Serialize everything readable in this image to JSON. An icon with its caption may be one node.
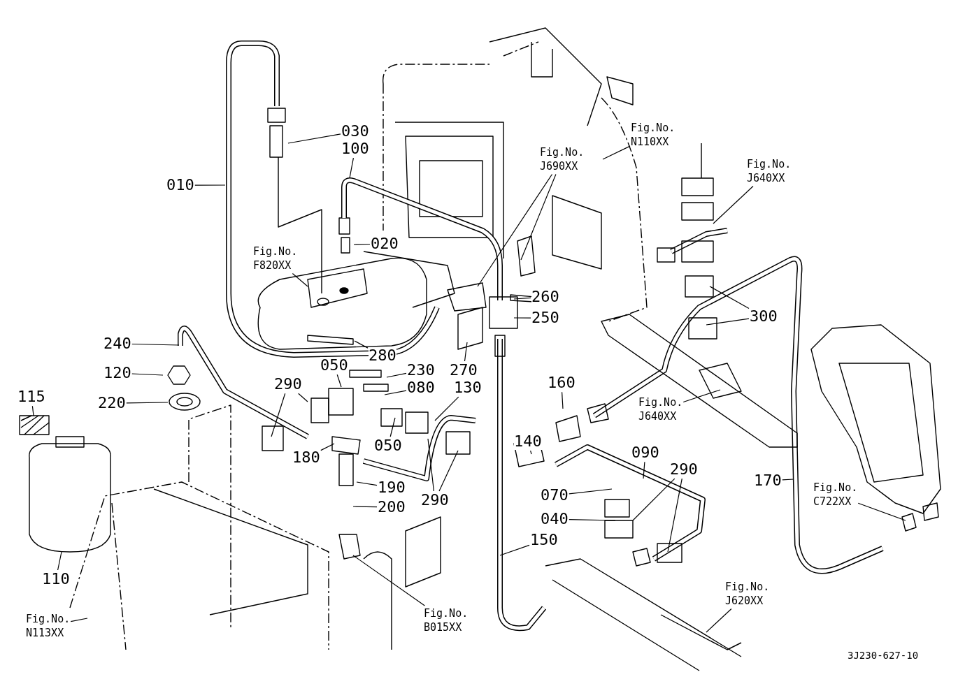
{
  "diagram": {
    "nodes": [
      {
        "text": [
          "010"
        ]
      },
      {
        "text": [
          "030"
        ]
      },
      {
        "text": [
          "100"
        ]
      },
      {
        "text": [
          "Fig.No. N110XX"
        ]
      },
      {
        "text": [
          "Fig.No. J690XX"
        ]
      },
      {
        "text": [
          "Fig.No. J640XX"
        ]
      },
      {
        "text": [
          "020"
        ]
      },
      {
        "text": [
          "Fig.No. F820XX"
        ]
      },
      {
        "text": [
          "260"
        ]
      },
      {
        "text": [
          "250"
        ]
      },
      {
        "text": [
          "300"
        ]
      },
      {
        "text": [
          "240"
        ]
      },
      {
        "text": [
          "120"
        ]
      },
      {
        "text": [
          "280"
        ]
      },
      {
        "text": [
          "230"
        ]
      },
      {
        "text": [
          "050"
        ]
      },
      {
        "text": [
          "270"
        ]
      },
      {
        "text": [
          "080"
        ]
      },
      {
        "text": [
          "130"
        ]
      },
      {
        "text": [
          "160"
        ]
      },
      {
        "text": [
          "115"
        ]
      },
      {
        "text": [
          "220"
        ]
      },
      {
        "text": [
          "290"
        ]
      },
      {
        "text": [
          "Fig.No. J640XX"
        ]
      },
      {
        "text": [
          "140"
        ]
      },
      {
        "text": [
          "050"
        ]
      },
      {
        "text": [
          "180"
        ]
      },
      {
        "text": [
          "090"
        ]
      },
      {
        "text": [
          "290"
        ]
      },
      {
        "text": [
          "190"
        ]
      },
      {
        "text": [
          "170"
        ]
      },
      {
        "text": [
          "Fig.No. C722XX"
        ]
      },
      {
        "text": [
          "070"
        ]
      },
      {
        "text": [
          "200"
        ]
      },
      {
        "text": [
          "290"
        ]
      },
      {
        "text": [
          "040"
        ]
      },
      {
        "text": [
          "150"
        ]
      },
      {
        "text": [
          "110"
        ]
      },
      {
        "text": [
          "Fig.No. J620XX"
        ]
      },
      {
        "text": [
          "Fig.No. N113XX"
        ]
      },
      {
        "text": [
          "Fig.No. B015XX"
        ]
      }
    ],
    "edges": [
      {
        "from": 0,
        "to": null,
        "arrow": "none"
      },
      {
        "from": 1,
        "to": null,
        "arrow": "none"
      },
      {
        "from": 2,
        "to": null,
        "arrow": "none"
      },
      {
        "from": 3,
        "to": null,
        "arrow": "none"
      },
      {
        "from": 4,
        "to": null,
        "arrow": "none"
      },
      {
        "from": 4,
        "to": null,
        "arrow": "none"
      },
      {
        "from": 5,
        "to": null,
        "arrow": "none"
      },
      {
        "from": 6,
        "to": null,
        "arrow": "none"
      },
      {
        "from": 7,
        "to": null,
        "arrow": "none"
      },
      {
        "from": 8,
        "to": null,
        "arrow": "none"
      },
      {
        "from": 9,
        "to": null,
        "arrow": "none"
      },
      {
        "from": 10,
        "to": null,
        "arrow": "none"
      },
      {
        "from": 10,
        "to": null,
        "arrow": "none"
      },
      {
        "from": 11,
        "to": null,
        "arrow": "none"
      },
      {
        "from": 12,
        "to": null,
        "arrow": "none"
      },
      {
        "from": 13,
        "to": null,
        "arrow": "none"
      },
      {
        "from": 14,
        "to": null,
        "arrow": "none"
      },
      {
        "from": 15,
        "to": null,
        "arrow": "none"
      },
      {
        "from": 16,
        "to": null,
        "arrow": "none"
      },
      {
        "from": 17,
        "to": null,
        "arrow": "none"
      },
      {
        "from": 18,
        "to": null,
        "arrow": "none"
      },
      {
        "from": 19,
        "to": null,
        "arrow": "none"
      },
      {
        "from": 20,
        "to": null,
        "arrow": "none"
      },
      {
        "from": 21,
        "to": null,
        "arrow": "none"
      },
      {
        "from": 22,
        "to": null,
        "arrow": "none"
      },
      {
        "from": 22,
        "to": null,
        "arrow": "none"
      },
      {
        "from": 23,
        "to": null,
        "arrow": "none"
      },
      {
        "from": 24,
        "to": null,
        "arrow": "none"
      },
      {
        "from": 25,
        "to": null,
        "arrow": "none"
      },
      {
        "from": 26,
        "to": null,
        "arrow": "none"
      },
      {
        "from": 27,
        "to": null,
        "arrow": "none"
      },
      {
        "from": 28,
        "to": null,
        "arrow": "none"
      },
      {
        "from": 28,
        "to": null,
        "arrow": "none"
      },
      {
        "from": 29,
        "to": null,
        "arrow": "none"
      },
      {
        "from": 30,
        "to": null,
        "arrow": "none"
      },
      {
        "from": 31,
        "to": null,
        "arrow": "none"
      },
      {
        "from": 32,
        "to": null,
        "arrow": "none"
      },
      {
        "from": 33,
        "to": null,
        "arrow": "none"
      },
      {
        "from": 34,
        "to": null,
        "arrow": "none"
      },
      {
        "from": 34,
        "to": null,
        "arrow": "none"
      },
      {
        "from": 35,
        "to": null,
        "arrow": "none"
      },
      {
        "from": 36,
        "to": null,
        "arrow": "none"
      },
      {
        "from": 37,
        "to": null,
        "arrow": "none"
      },
      {
        "from": 38,
        "to": null,
        "arrow": "none"
      },
      {
        "from": 39,
        "to": null,
        "arrow": "none"
      },
      {
        "from": 40,
        "to": null,
        "arrow": "none"
      }
    ],
    "labels": [
      "3J230-627-10"
    ]
  }
}
